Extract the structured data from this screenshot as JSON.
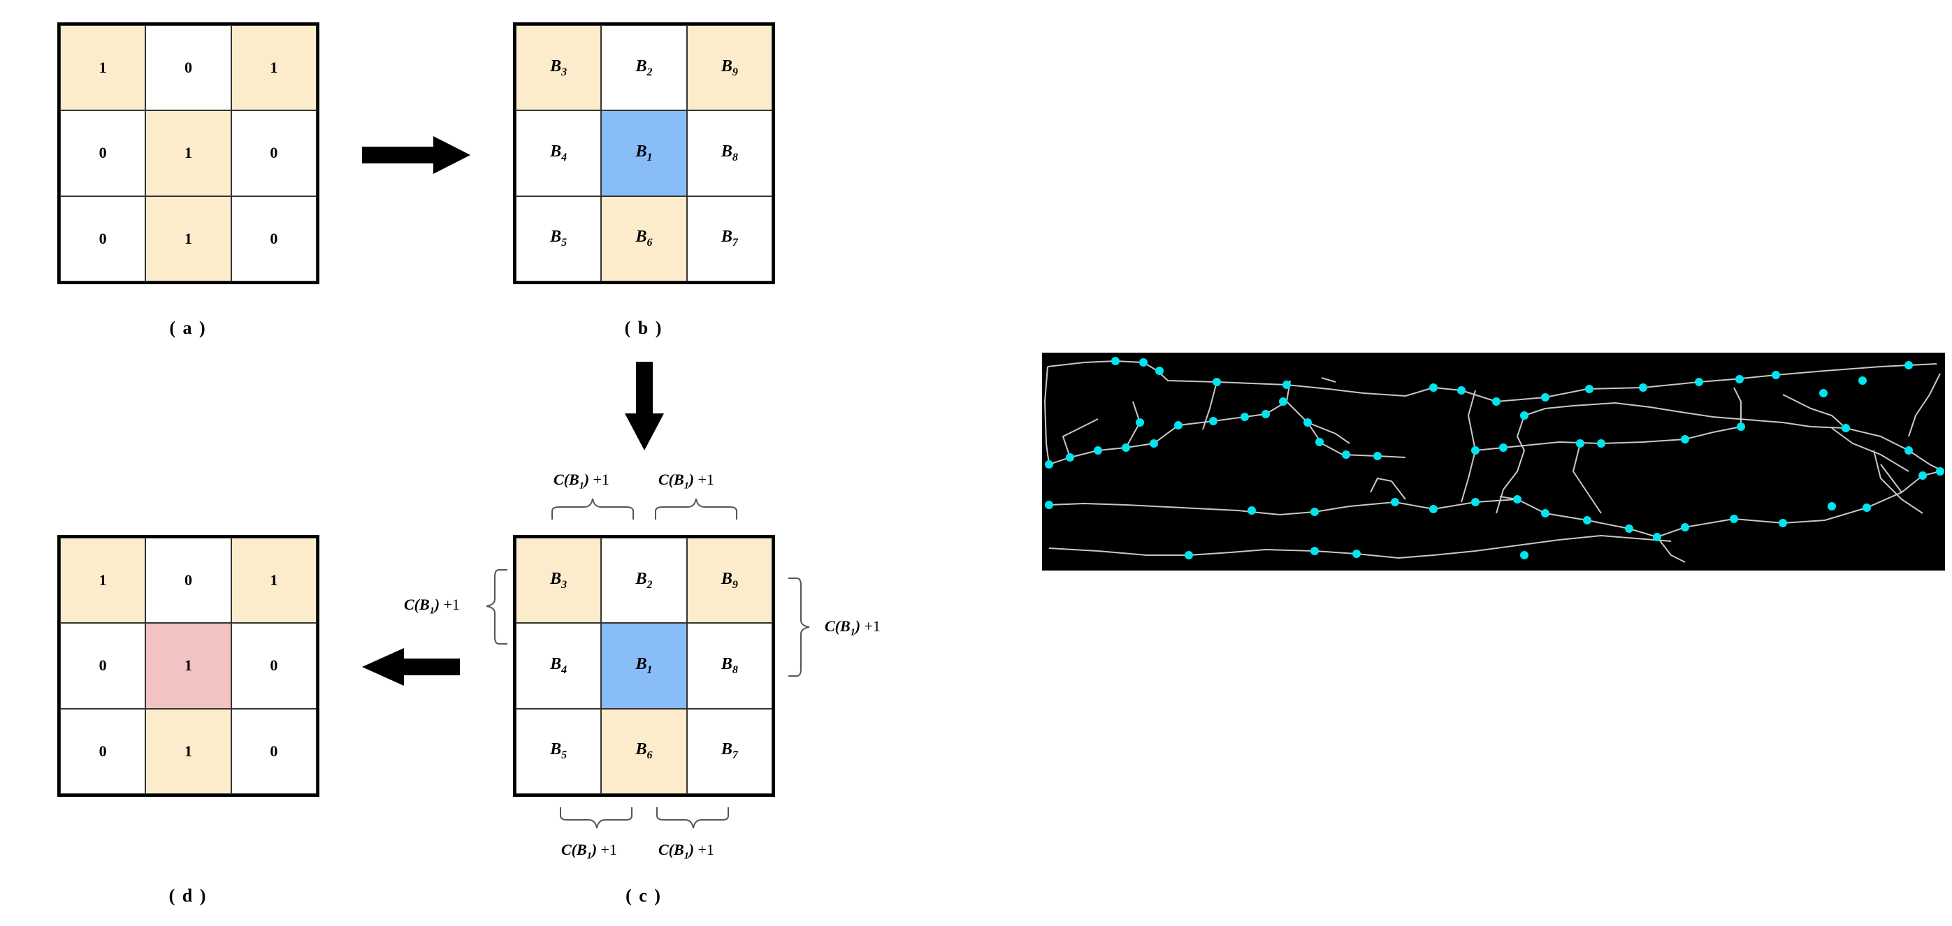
{
  "panels": {
    "a": {
      "caption": "( a )",
      "cells": [
        {
          "text": "1",
          "fill": "hl"
        },
        {
          "text": "0",
          "fill": "none"
        },
        {
          "text": "1",
          "fill": "hl"
        },
        {
          "text": "0",
          "fill": "none"
        },
        {
          "text": "1",
          "fill": "hl"
        },
        {
          "text": "0",
          "fill": "none"
        },
        {
          "text": "0",
          "fill": "none"
        },
        {
          "text": "1",
          "fill": "hl"
        },
        {
          "text": "0",
          "fill": "none"
        }
      ]
    },
    "b": {
      "caption": "( b )",
      "cells": [
        {
          "sym": "B",
          "sub": "3",
          "fill": "hl"
        },
        {
          "sym": "B",
          "sub": "2",
          "fill": "none"
        },
        {
          "sym": "B",
          "sub": "9",
          "fill": "hl"
        },
        {
          "sym": "B",
          "sub": "4",
          "fill": "none"
        },
        {
          "sym": "B",
          "sub": "1",
          "fill": "center"
        },
        {
          "sym": "B",
          "sub": "8",
          "fill": "none"
        },
        {
          "sym": "B",
          "sub": "5",
          "fill": "none"
        },
        {
          "sym": "B",
          "sub": "6",
          "fill": "hl"
        },
        {
          "sym": "B",
          "sub": "7",
          "fill": "none"
        }
      ]
    },
    "c": {
      "caption": "( c )",
      "cells": [
        {
          "sym": "B",
          "sub": "3",
          "fill": "hl"
        },
        {
          "sym": "B",
          "sub": "2",
          "fill": "none"
        },
        {
          "sym": "B",
          "sub": "9",
          "fill": "hl"
        },
        {
          "sym": "B",
          "sub": "4",
          "fill": "none"
        },
        {
          "sym": "B",
          "sub": "1",
          "fill": "center"
        },
        {
          "sym": "B",
          "sub": "8",
          "fill": "none"
        },
        {
          "sym": "B",
          "sub": "5",
          "fill": "none"
        },
        {
          "sym": "B",
          "sub": "6",
          "fill": "hl"
        },
        {
          "sym": "B",
          "sub": "7",
          "fill": "none"
        }
      ],
      "count_label": {
        "prefix": "C(B",
        "sub": "1",
        "suffix": ") +1"
      }
    },
    "d": {
      "caption": "( d )",
      "cells": [
        {
          "text": "1",
          "fill": "hl"
        },
        {
          "text": "0",
          "fill": "none"
        },
        {
          "text": "1",
          "fill": "hl"
        },
        {
          "text": "0",
          "fill": "none"
        },
        {
          "text": "1",
          "fill": "pink"
        },
        {
          "text": "0",
          "fill": "none"
        },
        {
          "text": "0",
          "fill": "none"
        },
        {
          "text": "1",
          "fill": "hl"
        },
        {
          "text": "0",
          "fill": "none"
        }
      ]
    }
  },
  "colors": {
    "hl": "#fdeccb",
    "center": "#88bdf8",
    "pink": "#f3c3c4",
    "node": "#00e5f0",
    "edge": "#c8c8c8"
  },
  "skeleton_image": {
    "kind": "skeleton graph on black background with cyan junction nodes"
  }
}
